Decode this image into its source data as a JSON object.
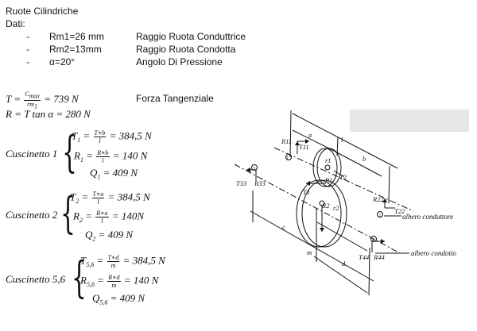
{
  "title": "Ruote Cilindriche",
  "dati_label": "Dati:",
  "dati": [
    {
      "bullet": "-",
      "value": "Rm1=26 mm",
      "desc": "Raggio Ruota  Conduttrice"
    },
    {
      "bullet": "-",
      "value": "Rm2=13mm",
      "desc": "Raggio Ruota Condotta"
    },
    {
      "bullet": "-",
      "value": "α=20°",
      "desc": "Angolo Di Pressione"
    }
  ],
  "formulas": {
    "t_lhs": "T =",
    "t_num": "C",
    "t_num_sub": "max",
    "t_den": "rm",
    "t_den_sub": "1",
    "t_rhs": "= 739 N",
    "t_desc": "Forza Tangenziale",
    "r_line": "R = T tan α = 280 N"
  },
  "cuscinetti": [
    {
      "label": "Cuscinetto 1",
      "rows": [
        {
          "var": "T",
          "sub": "1",
          "num": "T∗b",
          "den": "l",
          "result": "= 384,5 N"
        },
        {
          "var": "R",
          "sub": "1",
          "num": "R∗b",
          "den": "l",
          "result": "= 140 N"
        },
        {
          "var": "Q",
          "sub": "1",
          "num": "",
          "den": "",
          "result": "= 409 N"
        }
      ]
    },
    {
      "label": "Cuscinetto 2",
      "rows": [
        {
          "var": "T",
          "sub": "2",
          "num": "T∗a",
          "den": "l",
          "result": "= 384,5 N"
        },
        {
          "var": "R",
          "sub": "2",
          "num": "R∗a",
          "den": "l",
          "result": "= 140N"
        },
        {
          "var": "Q",
          "sub": "2",
          "num": "",
          "den": "",
          "result": "= 409 N"
        }
      ]
    },
    {
      "label": "Cuscinetto 5,6",
      "rows": [
        {
          "var": "T",
          "sub": "5,6",
          "num": "T∗d",
          "den": "m",
          "result": "= 384,5 N"
        },
        {
          "var": "R",
          "sub": "5,6",
          "num": "R∗d",
          "den": "m",
          "result": "= 140 N"
        },
        {
          "var": "Q",
          "sub": "5,6",
          "num": "",
          "den": "",
          "result": "= 409 N"
        }
      ]
    }
  ],
  "diagram": {
    "labels": {
      "a": "a",
      "l": "l",
      "b": "b",
      "c": "c",
      "m": "m",
      "d": "d",
      "R11": "R11",
      "T11": "T11",
      "r1": "r1",
      "T2": "T2",
      "T1": "T1",
      "R1": "R1",
      "R2": "R2",
      "r2": "r2",
      "T33": "T33",
      "R33": "R33",
      "R22": "R22",
      "T22": "T22",
      "T44": "T44",
      "R44": "R44",
      "n1": "1",
      "n2": "2",
      "n3": "3",
      "n4": "4"
    },
    "albero_conduttore": "albero conduttore",
    "albero_condotto": "albero condotto"
  }
}
